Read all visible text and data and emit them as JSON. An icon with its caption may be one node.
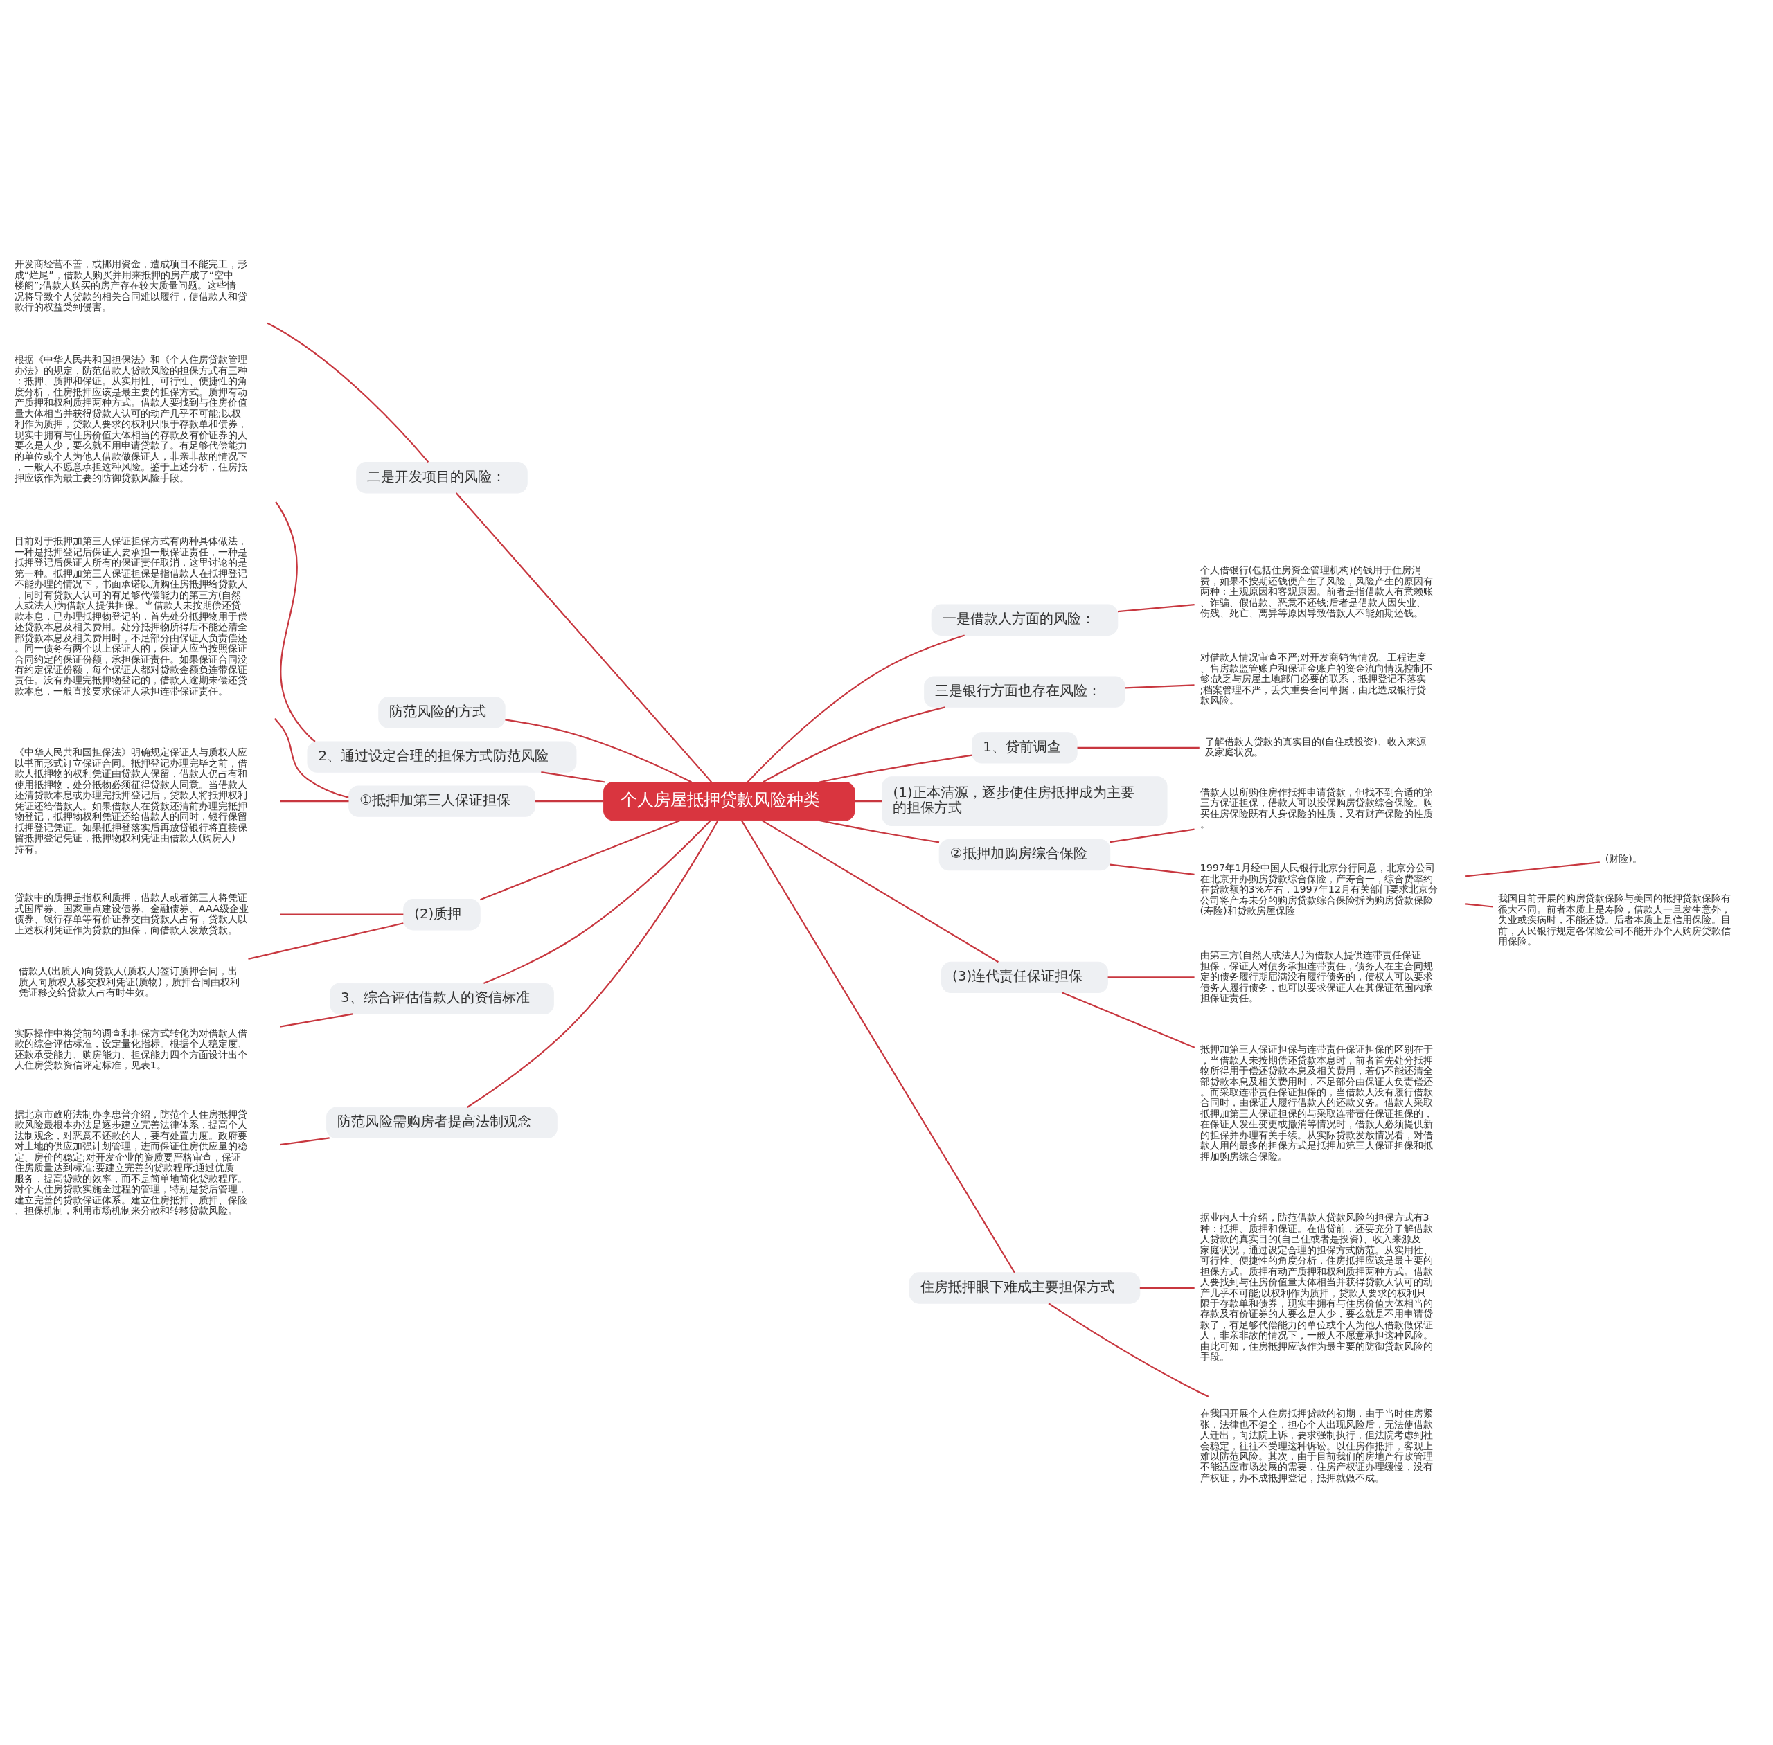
{
  "diagram": {
    "nodes": [
      {
        "text": [
          "个人房屋抵押贷款风险种类"
        ]
      },
      {
        "text": [
          "一是借款人方面的风险："
        ]
      },
      {
        "text": [
          "个人借银行(包括住房资金管理机构)的钱用于住房消费，如果不按期还钱便产生了风险，风险产生的原因有两种：主观原因和客观原因。前者是指借款人有意赖账、诈骗、假借款、恶意不还钱;后者是借款人因失业、伤残、死亡、离异等原因导致借款人不能如期还钱。"
        ]
      },
      {
        "text": [
          "三是银行方面也存在风险："
        ]
      },
      {
        "text": [
          "对借款人情况审查不严;对开发商销售情况、工程进度、售房款监管账户和保证金账户的资金流向情况控制不够;缺乏与房屋土地部门必要的联系，抵押登记不落实;档案管理不严，丢失重要合同单据，由此造成银行贷款风险。"
        ]
      },
      {
        "text": [
          "1、贷前调查"
        ]
      },
      {
        "text": [
          "了解借款人贷款的真实目的(自住或投资)、收入来源及家庭状况。"
        ]
      },
      {
        "text": [
          "(1)正本清源，逐步使住房抵押成为主要的担保方式"
        ]
      },
      {
        "text": [
          "②抵押加购房综合保险"
        ]
      },
      {
        "text": [
          "借款人以所购住房作抵押申请贷款，但找不到合适的第三方保证担保，借款人可以投保购房贷款综合保险。购买住房保险既有人身保险的性质，又有财产保险的性质。"
        ]
      },
      {
        "text": [
          "1997年1月经中国人民银行北京分行同意，北京分公司在北京开办购房贷款综合保险，产寿合一，综合费率约在贷款额的3%左右，1997年12月有关部门要求北京分公司将产寿未分的购房贷款综合保险拆为购房贷款保险(寿险)和贷款房屋保险"
        ]
      },
      {
        "text": [
          "(财险)。"
        ]
      },
      {
        "text": [
          "我国目前开展的购房贷款保险与美国的抵押贷款保险有很大不同。前者本质上是寿险，借款人一旦发生意外，失业或疾病时，不能还贷。后者本质上是信用保险。目前，人民银行规定各保险公司不能开办个人购房贷款信用保险。"
        ]
      },
      {
        "text": [
          "(3)连代责任保证担保"
        ]
      },
      {
        "text": [
          "由第三方(自然人或法人)为借款人提供连带责任保证担保，保证人对债务承担连带责任，债务人在主合同规定的债务履行期届满没有履行债务的，债权人可以要求债务人履行债务，也可以要求保证人在其保证范围内承担保证责任。"
        ]
      },
      {
        "text": [
          "抵押加第三人保证担保与连带责任保证担保的区别在于，当借款人未按期偿还贷款本息时，前者首先处分抵押物所得用于偿还贷款本息及相关费用，若仍不能还清全部贷款本息及相关费用时，不足部分由保证人负责偿还。而采取连带责任保证担保的，当借款人没有履行借款合同时，由保证人履行借款人的还款义务。借款人采取抵押加第三人保证担保的与采取连带责任保证担保的，在保证人发生变更或撤消等情况时，借款人必须提供新的担保并办理有关手续。从实际贷款发放情况看，对借款人用的最多的担保方式是抵押加第三人保证担保和抵押加购房综合保险。"
        ]
      },
      {
        "text": [
          "住房抵押眼下难成主要担保方式"
        ]
      },
      {
        "text": [
          "据业内人士介绍，防范借款人贷款风险的担保方式有3种：抵押、质押和保证。在借贷前，还要充分了解借款人贷款的真实目的(自己住或者是投资)、收入来源及家庭状况，通过设定合理的担保方式防范。从实用性、可行性、便捷性的角度分析，住房抵押应该是最主要的担保方式。质押有动产质押和权利质押两种方式。借款人要找到与住房价值量大体相当并获得贷款人认可的动产几乎不可能;以权利作为质押，贷款人要求的权利只限于存款单和债券，现实中拥有与住房价值大体相当的存款及有价证券的人要么是人少，要么就是不用申请贷款了，有足够代偿能力的单位或个人为他人借款做保证人，非亲非故的情况下，一般人不愿意承担这种风险。由此可知，住房抵押应该作为最主要的防御贷款风险的手段。"
        ]
      },
      {
        "text": [
          "在我国开展个人住房抵押贷款的初期，由于当时住房紧张，法律也不健全，担心个人出现风险后，无法使借款人迁出，向法院上诉，要求强制执行，但法院考虑到社会稳定，往往不受理这种诉讼。以住房作抵押，客观上难以防范风险。其次，由于目前我们的房地产行政管理不能适应市场发展的需要，住房产权证办理缓慢，没有产权证，办不成抵押登记，抵押就做不成。"
        ]
      },
      {
        "text": [
          "二是开发项目的风险："
        ]
      },
      {
        "text": [
          "开发商经营不善，或挪用资金，造成项目不能完工，形成“烂尾”，借款人购买并用来抵押的房产成了“空中楼阁”;借款人购买的房产存在较大质量问题。这些情况将导致个人贷款的相关合同难以履行，使借款人和贷款行的权益受到侵害。"
        ]
      },
      {
        "text": [
          "防范风险的方式"
        ]
      },
      {
        "text": [
          "2、通过设定合理的担保方式防范风险"
        ]
      },
      {
        "text": [
          "根据《中华人民共和国担保法》和《个人住房贷款管理办法》的规定，防范借款人贷款风险的担保方式有三种：抵押、质押和保证。从实用性、可行性、便捷性的角度分析，住房抵押应该是最主要的担保方式。质押有动产质押和权利质押两种方式。借款人要找到与住房价值量大体相当并获得贷款人认可的动产几乎不可能;以权利作为质押，贷款人要求的权利只限于存款单和债券，现实中拥有与住房价值大体相当的存款及有价证券的人要么是人少，要么就不用申请贷款了。有足够代偿能力的单位或个人为他人借款做保证人，非亲非故的情况下，一般人不愿意承担这种风险。鉴于上述分析，住房抵押应该作为最主要的防御贷款风险手段。"
        ]
      },
      {
        "text": [
          "①抵押加第三人保证担保"
        ]
      },
      {
        "text": [
          "目前对于抵押加第三人保证担保方式有两种具体做法，一种是抵押登记后保证人要承担一般保证责任，一种是抵押登记后保证人所有的保证责任取消，这里讨论的是第一种。抵押加第三人保证担保是指借款人在抵押登记不能办理的情况下，书面承诺以所购住房抵押给贷款人，同时有贷款人认可的有足够代偿能力的第三方(自然人或法人)为借款人提供担保。当借款人未按期偿还贷款本息，已办理抵押物登记的，首先处分抵押物用于偿还贷款本息及相关费用。处分抵押物所得后不能还清全部贷款本息及相关费用时，不足部分由保证人负责偿还。同一债务有两个以上保证人的，保证人应当按照保证合同约定的保证份额，承担保证责任。如果保证合同没有约定保证份额，每个保证人都对贷款金额负连带保证责任。没有办理完抵押物登记的，借款人逾期未偿还贷款本息，一般直接要求保证人承担连带保证责任。"
        ]
      },
      {
        "text": [
          "《中华人民共和国担保法》明确规定保证人与质权人应以书面形式订立保证合同。抵押登记办理完毕之前，借款人抵押物的权利凭证由贷款人保留，借款人仍占有和使用抵押物，处分抵物必须征得贷款人同意。当借款人还清贷款本息或办理完抵押登记后，贷款人将抵押权利凭证还给借款人。如果借款人在贷款还清前办理完抵押物登记，抵押物权利凭证还给借款人的同时，银行保留抵押登记凭证。如果抵押登落实后再放贷银行将直接保留抵押登记凭证，抵押物权利凭证由借款人(购房人)持有。"
        ]
      },
      {
        "text": [
          "(2)质押"
        ]
      },
      {
        "text": [
          "贷款中的质押是指权利质押，借款人或者第三人将凭证式国库券、国家重点建设债券、金融债券、AAA级企业债券、银行存单等有价证券交由贷款人占有，贷款人以上述权利凭证作为贷款的担保，向借款人发放贷款。"
        ]
      },
      {
        "text": [
          "借款人(出质人)向贷款人(质权人)签订质押合同，出质人向质权人移交权利凭证(质物)，质押合同由权利凭证移交给贷款人占有时生效。"
        ]
      },
      {
        "text": [
          "3、综合评估借款人的资信标准"
        ]
      },
      {
        "text": [
          "实际操作中将贷前的调查和担保方式转化为对借款人借款的综合评估标准，设定量化指标。根据个人稳定度、还款承受能力、购房能力、担保能力四个方面设计出个人住房贷款资信评定标准，见表1。"
        ]
      },
      {
        "text": [
          "防范风险需购房者提高法制观念"
        ]
      },
      {
        "text": [
          "据北京市政府法制办李忠普介绍，防范个人住房抵押贷款风险最根本办法是逐步建立完善法律体系，提高个人法制观念，对恶意不还款的人，要有处置力度。政府要对土地的供应加强计划管理，进而保证住房供应量的稳定、房价的稳定;对开发企业的资质要严格审查，保证住房质量达到标准;要建立完善的贷款程序;通过优质服务，提高贷款的效率，而不是简单地简化贷款程序。对个人住房贷款实施全过程的管理，特别是贷后管理，建立完善的贷款保证体系。建立住房抵押、质押、保险、担保机制，利用市场机制来分散和转移贷款风险。"
        ]
      }
    ],
    "edges": [
      {
        "from": 0,
        "to": 1,
        "arrow": "none"
      },
      {
        "from": 1,
        "to": 2,
        "arrow": "none"
      },
      {
        "from": 0,
        "to": 3,
        "arrow": "none"
      },
      {
        "from": 3,
        "to": 4,
        "arrow": "none"
      },
      {
        "from": 0,
        "to": 5,
        "arrow": "none"
      },
      {
        "from": 5,
        "to": 6,
        "arrow": "none"
      },
      {
        "from": 0,
        "to": 7,
        "arrow": "none"
      },
      {
        "from": 0,
        "to": 8,
        "arrow": "none"
      },
      {
        "from": 8,
        "to": 9,
        "arrow": "none"
      },
      {
        "from": 8,
        "to": 10,
        "arrow": "none"
      },
      {
        "from": 10,
        "to": 11,
        "arrow": "none"
      },
      {
        "from": 10,
        "to": 12,
        "arrow": "none"
      },
      {
        "from": 0,
        "to": 13,
        "arrow": "none"
      },
      {
        "from": 13,
        "to": 14,
        "arrow": "none"
      },
      {
        "from": 13,
        "to": 15,
        "arrow": "none"
      },
      {
        "from": 0,
        "to": 16,
        "arrow": "none"
      },
      {
        "from": 16,
        "to": 17,
        "arrow": "none"
      },
      {
        "from": 16,
        "to": 18,
        "arrow": "none"
      },
      {
        "from": 0,
        "to": 19,
        "arrow": "none"
      },
      {
        "from": 19,
        "to": 20,
        "arrow": "none"
      },
      {
        "from": 0,
        "to": 21,
        "arrow": "none"
      },
      {
        "from": 0,
        "to": 22,
        "arrow": "none"
      },
      {
        "from": 22,
        "to": 23,
        "arrow": "none"
      },
      {
        "from": 0,
        "to": 24,
        "arrow": "none"
      },
      {
        "from": 24,
        "to": 25,
        "arrow": "none"
      },
      {
        "from": 24,
        "to": 26,
        "arrow": "none"
      },
      {
        "from": 0,
        "to": 27,
        "arrow": "none"
      },
      {
        "from": 27,
        "to": 28,
        "arrow": "none"
      },
      {
        "from": 27,
        "to": 29,
        "arrow": "none"
      },
      {
        "from": 0,
        "to": 30,
        "arrow": "none"
      },
      {
        "from": 30,
        "to": 31,
        "arrow": "none"
      },
      {
        "from": 0,
        "to": 32,
        "arrow": "none"
      },
      {
        "from": 32,
        "to": 33,
        "arrow": "none"
      }
    ]
  }
}
